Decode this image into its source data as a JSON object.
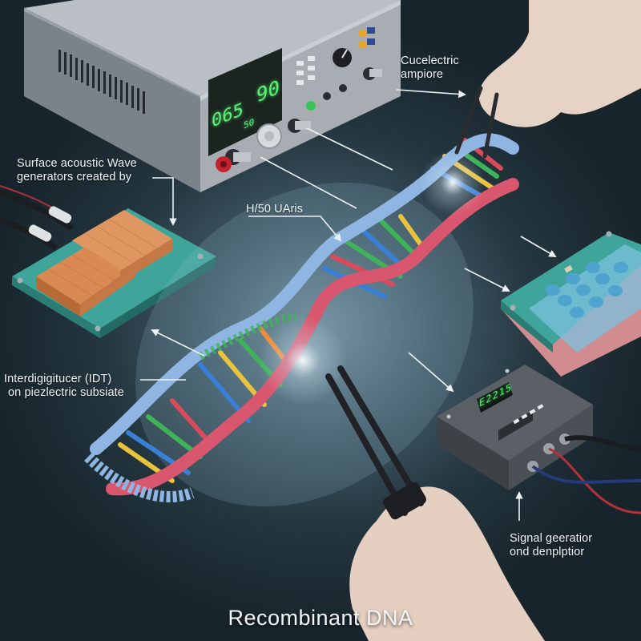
{
  "figure": {
    "title": "Recombinant DNA",
    "labels": {
      "surface_acoustic_wave": {
        "line1": "Surface acoustic Wave",
        "line2": "generators created by"
      },
      "cucelectric_ampiore": {
        "line1": "Cucelectric",
        "line2": "ampiore"
      },
      "h50_uaris": "H/50 UAris",
      "idt": {
        "line1": "Interdigigitucer (IDT)",
        "line2": "on piezlectric subsiate"
      },
      "signal_generator": {
        "line1": "Signal geeratior",
        "line2": "ond denplptior"
      }
    },
    "power_supply": {
      "display_left": "065",
      "display_right": "90",
      "display_sub": "50"
    },
    "signal_box": {
      "display": "E2215"
    },
    "colors": {
      "background": "#1b2a33",
      "dna_backbone_red": "#d9576e",
      "dna_backbone_blue": "#8fb6e2",
      "base_blue": "#3a7fd6",
      "base_green": "#3fb35a",
      "base_yellow": "#e9c23e",
      "base_red": "#d94a5a",
      "base_orange": "#ef8a3a",
      "chip_teal": "#3fa59b",
      "transducer_orange": "#d98a52",
      "display_green": "#5ff07a"
    }
  }
}
